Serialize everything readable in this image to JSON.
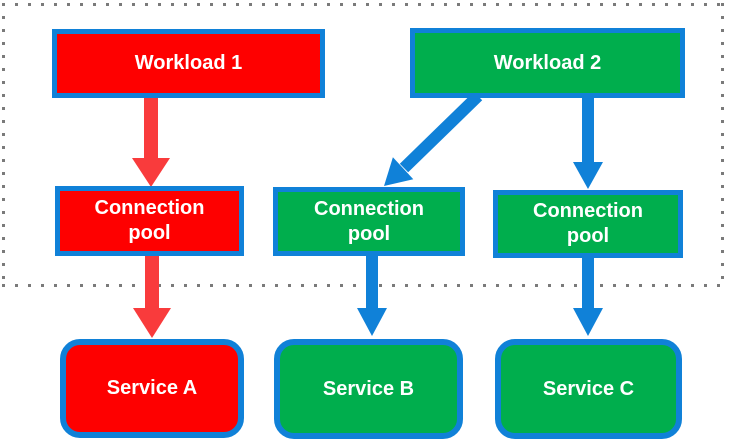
{
  "colors": {
    "box_red": "#fe0000",
    "box_green": "#00ae4d",
    "border_blue": "#1081d8",
    "arrow_red": "#f93b3c",
    "arrow_blue": "#1081d8",
    "dot_gray": "#7a7a7a",
    "label_text": "#ffffff"
  },
  "nodes": {
    "workload1": {
      "label": "Workload 1"
    },
    "workload2": {
      "label": "Workload 2"
    },
    "pool1": {
      "label": "Connection pool"
    },
    "pool2": {
      "label": "Connection pool"
    },
    "pool3": {
      "label": "Connection pool"
    },
    "serviceA": {
      "label": "Service A"
    },
    "serviceB": {
      "label": "Service B"
    },
    "serviceC": {
      "label": "Service C"
    }
  },
  "edges": [
    {
      "from": "workload1",
      "to": "pool1",
      "color": "red"
    },
    {
      "from": "workload2",
      "to": "pool2",
      "color": "blue"
    },
    {
      "from": "workload2",
      "to": "pool3",
      "color": "blue"
    },
    {
      "from": "pool1",
      "to": "serviceA",
      "color": "red"
    },
    {
      "from": "pool2",
      "to": "serviceB",
      "color": "blue"
    },
    {
      "from": "pool3",
      "to": "serviceC",
      "color": "blue"
    }
  ]
}
